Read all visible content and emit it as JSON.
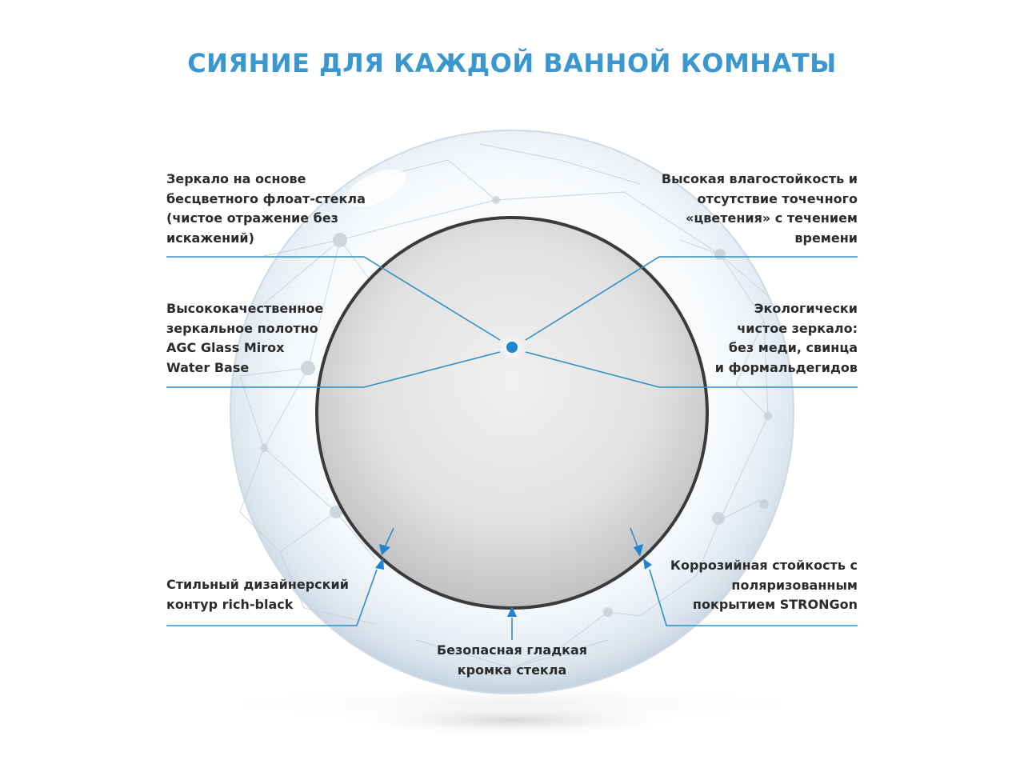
{
  "title": "СИЯНИЕ ДЛЯ КАЖДОЙ ВАННОЙ КОМНАТЫ",
  "colors": {
    "accent": "#3a97cf",
    "line": "#2e8fc6",
    "dot": "#1d86d6",
    "text": "#2b2b2b",
    "mirror_rim": "#3a3a3a",
    "mirror_fill": "#dcdcdc"
  },
  "callouts": {
    "top_left": "Зеркало на основе\nбесцветного флоат-стекла\n(чистое отражение без\nискажений)",
    "top_right": "Высокая влагостойкость и\nотсутствие точечного\n«цветения» с течением\nвремени",
    "mid_left": "Высококачественное\nзеркальное полотно\nAGC Glass Mirox\nWater Base",
    "mid_right": "Экологически\nчистое зеркало:\nбез меди, свинца\nи формальдегидов",
    "bottom_left": "Стильный дизайнерский\nконтур rich-black",
    "bottom_right": "Коррозийная стойкость с\nполяризованным\nпокрытием STRONGon",
    "bottom_center": "Безопасная гладкая\nкромка стекла"
  },
  "icons": {
    "center_dot": "center-dot-icon",
    "arrows": [
      "arrow-up-left-icon",
      "arrow-down-left-icon",
      "arrow-up-right-icon",
      "arrow-down-right-icon",
      "arrow-up-bottom-icon"
    ]
  }
}
